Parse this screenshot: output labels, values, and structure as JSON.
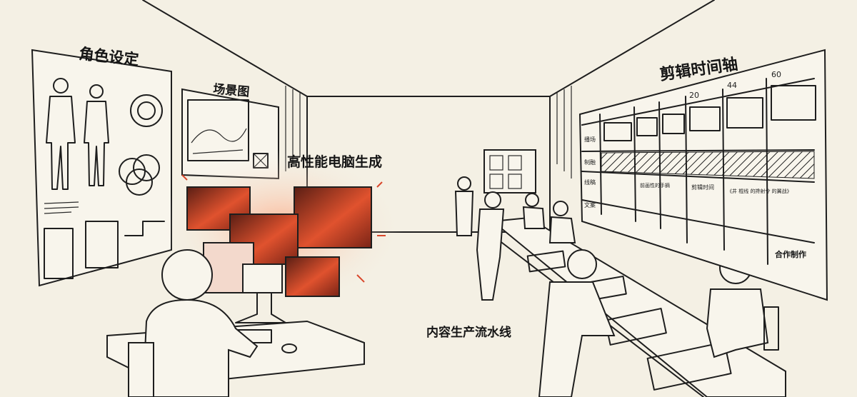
{
  "scene": {
    "left_wall": {
      "character_design_title": "角色设定",
      "scene_map_title": "场景图"
    },
    "computer": {
      "title": "高性能电脑生成",
      "glow_color": "#d9472b"
    },
    "pipeline": {
      "title": "内容生产流水线"
    },
    "timeline_board": {
      "title": "剪辑时间轴",
      "markers": [
        "20",
        "44",
        "60"
      ],
      "row_labels": [
        "播场",
        "制融",
        "线稿",
        "文案"
      ],
      "notes": [
        "前画性的手摘",
        "剪辑时间",
        "《井 棍线 的搀射令 的翼战》",
        "合作制作"
      ]
    }
  }
}
